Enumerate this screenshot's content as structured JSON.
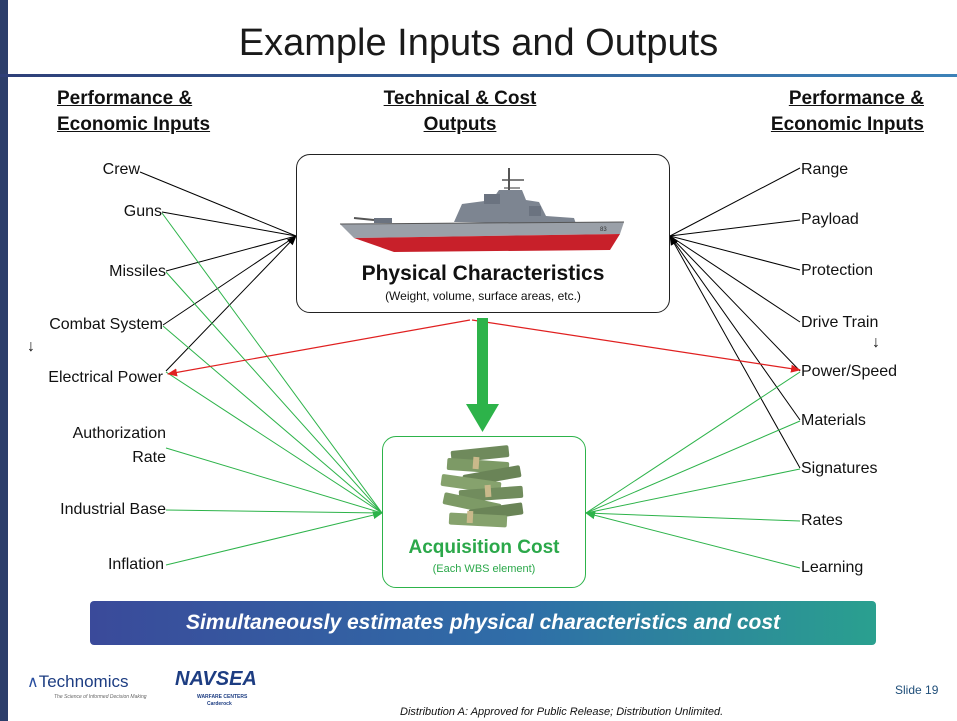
{
  "title": "Example Inputs and Outputs",
  "headers": {
    "left": [
      "Performance &",
      "Economic Inputs"
    ],
    "center": [
      "Technical & Cost",
      "Outputs"
    ],
    "right": [
      "Performance &",
      "Economic Inputs"
    ]
  },
  "left_inputs": {
    "crew": "Crew",
    "guns": "Guns",
    "missiles": "Missiles",
    "combat_system": "Combat System",
    "down_arrow": "↓",
    "electrical_power": "Electrical Power",
    "authorization_1": "Authorization",
    "authorization_2": "Rate",
    "industrial_base": "Industrial Base",
    "inflation": "Inflation"
  },
  "right_inputs": {
    "range": "Range",
    "payload": "Payload",
    "protection": "Protection",
    "drive_train": "Drive Train",
    "down_arrow": "↓",
    "power_speed": "Power/Speed",
    "materials": "Materials",
    "signatures": "Signatures",
    "rates": "Rates",
    "learning": "Learning"
  },
  "physical": {
    "title": "Physical Characteristics",
    "subtitle": "(Weight, volume, surface areas, etc.)",
    "hull_number": "83"
  },
  "cost": {
    "title": "Acquisition Cost",
    "subtitle": "(Each WBS element)"
  },
  "banner": "Simultaneously estimates physical characteristics and cost",
  "footer": {
    "slide": "Slide 19",
    "distribution": "Distribution A: Approved for Public Release; Distribution Unlimited.",
    "technomics": "Technomics",
    "technomics_tagline": "The Science of Informed Decision Making",
    "navsea": "NAVSEA",
    "navsea_sub1": "WARFARE CENTERS",
    "navsea_sub2": "Carderock"
  },
  "colors": {
    "input_line": "#000000",
    "cost_line": "#2db34a",
    "power_line": "#e02020",
    "accent": "#2ba84a"
  }
}
